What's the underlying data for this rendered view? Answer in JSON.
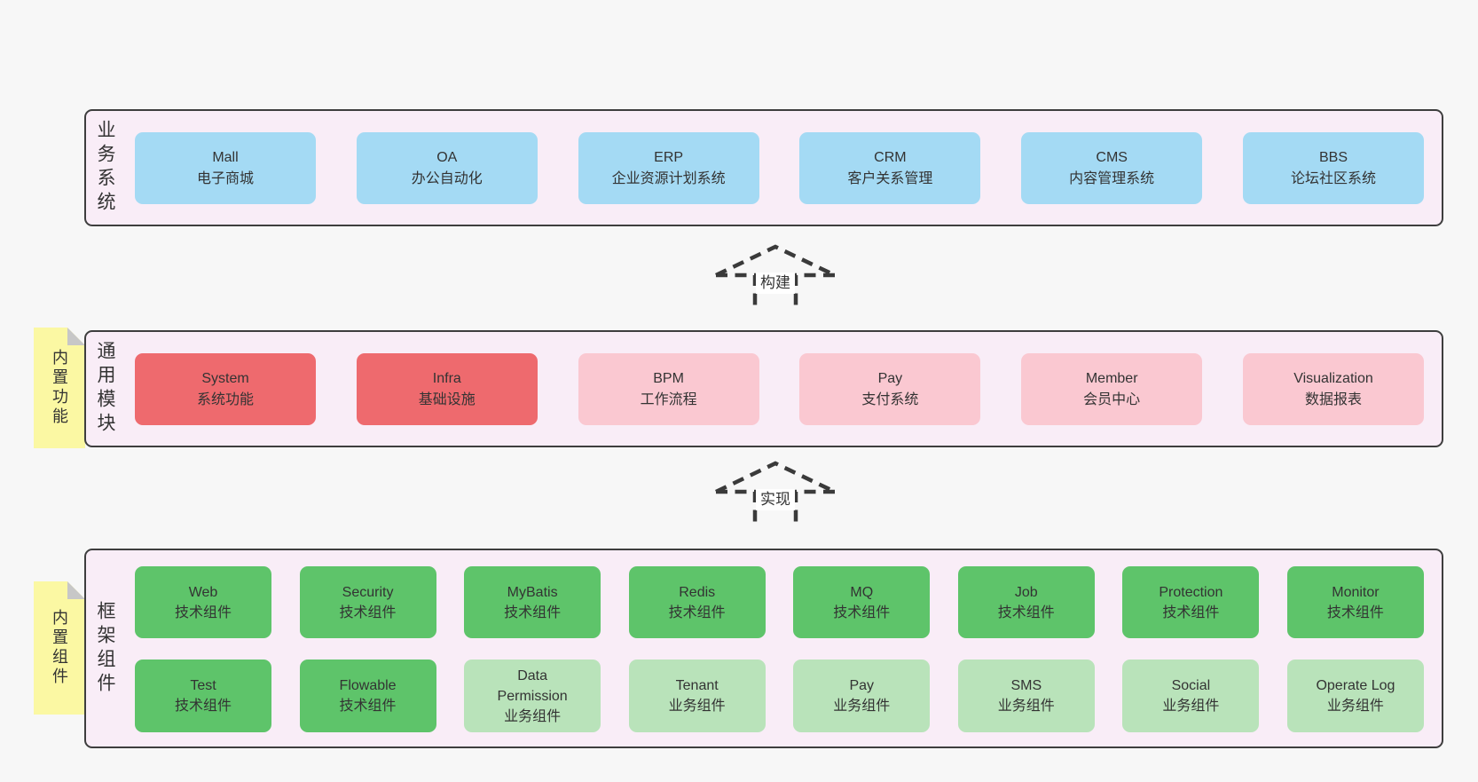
{
  "colors": {
    "page_bg": "#f7f7f7",
    "band_bg": "#f9edf7",
    "band_border": "#3e3e3e",
    "blue_box": "#a4daf4",
    "red_box": "#ee6a6e",
    "pink_box": "#fac8d1",
    "green_tech_box": "#5ec46a",
    "green_biz_box": "#b9e3ba",
    "note_yellow": "#fbf8a3",
    "note_fold_gray": "#c7c7c7",
    "text": "#333333"
  },
  "band1": {
    "label": "业务系统",
    "boxes": [
      {
        "en": "Mall",
        "zh": "电子商城"
      },
      {
        "en": "OA",
        "zh": "办公自动化"
      },
      {
        "en": "ERP",
        "zh": "企业资源计划系统"
      },
      {
        "en": "CRM",
        "zh": "客户关系管理"
      },
      {
        "en": "CMS",
        "zh": "内容管理系统"
      },
      {
        "en": "BBS",
        "zh": "论坛社区系统"
      }
    ]
  },
  "arrow1": {
    "label": "构建"
  },
  "band2": {
    "tag": "内置功能",
    "label": "通用模块",
    "boxes": [
      {
        "en": "System",
        "zh": "系统功能"
      },
      {
        "en": "Infra",
        "zh": "基础设施"
      },
      {
        "en": "BPM",
        "zh": "工作流程"
      },
      {
        "en": "Pay",
        "zh": "支付系统"
      },
      {
        "en": "Member",
        "zh": "会员中心"
      },
      {
        "en": "Visualization",
        "zh": "数据报表"
      }
    ]
  },
  "arrow2": {
    "label": "实现"
  },
  "band3": {
    "tag": "内置组件",
    "label": "框架组件",
    "row1": [
      {
        "en": "Web",
        "zh": "技术组件"
      },
      {
        "en": "Security",
        "zh": "技术组件"
      },
      {
        "en": "MyBatis",
        "zh": "技术组件"
      },
      {
        "en": "Redis",
        "zh": "技术组件"
      },
      {
        "en": "MQ",
        "zh": "技术组件"
      },
      {
        "en": "Job",
        "zh": "技术组件"
      },
      {
        "en": "Protection",
        "zh": "技术组件"
      },
      {
        "en": "Monitor",
        "zh": "技术组件"
      }
    ],
    "row2": [
      {
        "en": "Test",
        "zh": "技术组件"
      },
      {
        "en": "Flowable",
        "zh": "技术组件"
      },
      {
        "en": "Data\nPermission",
        "zh": "业务组件"
      },
      {
        "en": "Tenant",
        "zh": "业务组件"
      },
      {
        "en": "Pay",
        "zh": "业务组件"
      },
      {
        "en": "SMS",
        "zh": "业务组件"
      },
      {
        "en": "Social",
        "zh": "业务组件"
      },
      {
        "en": "Operate Log",
        "zh": "业务组件"
      }
    ]
  }
}
